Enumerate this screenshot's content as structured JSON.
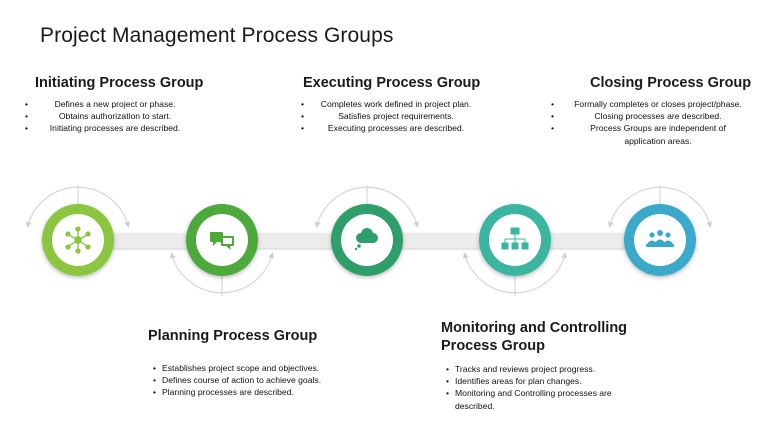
{
  "title": "Project Management Process Groups",
  "groups": [
    {
      "name": "Initiating Process Group",
      "bullets": [
        "Defines a new project or phase.",
        "Obtains authorization to start.",
        "Initiating processes are described."
      ],
      "color": "#8cc63f",
      "icon": "network-hub-icon"
    },
    {
      "name": "Planning Process Group",
      "bullets": [
        "Establishes project scope and objectives.",
        "Defines course of action to achieve goals.",
        "Planning processes are described."
      ],
      "color": "#4ea93a",
      "icon": "chat-bubbles-icon"
    },
    {
      "name": "Executing Process Group",
      "bullets": [
        "Completes work defined in project plan.",
        "Satisfies project requirements.",
        "Executing processes are described."
      ],
      "color": "#2e9e6b",
      "icon": "thought-cloud-icon"
    },
    {
      "name": "Monitoring and Controlling Process Group",
      "name_line1": "Monitoring and Controlling",
      "name_line2": "Process Group",
      "bullets": [
        "Tracks and reviews project progress.",
        "Identifies areas for plan changes.",
        "Monitoring and Controlling processes are",
        "described."
      ],
      "color": "#3bb5a0",
      "icon": "hierarchy-icon"
    },
    {
      "name": "Closing Process Group",
      "bullets": [
        "Formally completes or closes project/phase.",
        "Closing processes are described.",
        "Process Groups are independent of",
        "application areas."
      ],
      "color": "#3aa9c9",
      "icon": "team-icon"
    }
  ]
}
